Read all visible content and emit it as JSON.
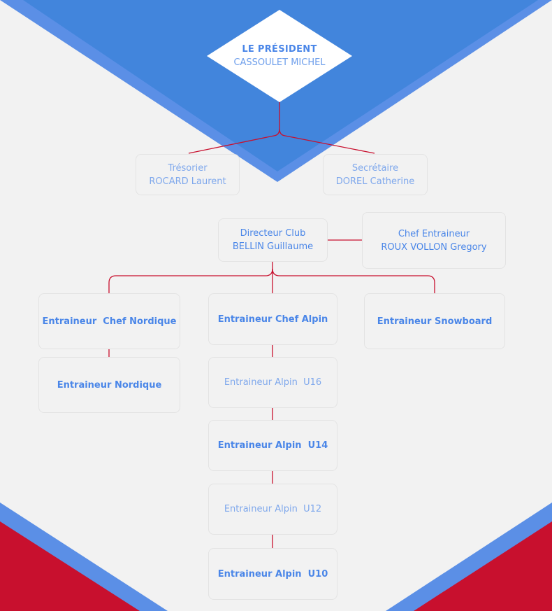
{
  "colors": {
    "blue_dark": "#4285dc",
    "blue_light": "#5b8fe6",
    "red": "#c8102e",
    "line": "#c8102e",
    "text": "#4a86e8"
  },
  "president": {
    "title": "LE PRÉSIDENT",
    "name": "CASSOULET MICHEL"
  },
  "tresorier": {
    "role": "Trésorier",
    "name": "ROCARD Laurent"
  },
  "secretaire": {
    "role": "Secrétaire",
    "name": "DOREL Catherine"
  },
  "directeur": {
    "role": "Directeur Club",
    "name": "BELLIN Guillaume"
  },
  "chef_entraineur": {
    "role": "Chef Entraineur",
    "name": "ROUX VOLLON Gregory"
  },
  "nordique_chef": {
    "label": "Entraineur  Chef Nordique"
  },
  "nordique": {
    "label": "Entraineur Nordique"
  },
  "alpin_chef": {
    "label": "Entraineur Chef Alpin"
  },
  "snowboard": {
    "label": "Entraineur Snowboard"
  },
  "alpin_u16": {
    "label": "Entraineur Alpin  U16"
  },
  "alpin_u14": {
    "label": "Entraineur Alpin  U14"
  },
  "alpin_u12": {
    "label": "Entraineur Alpin  U12"
  },
  "alpin_u10": {
    "label": "Entraineur Alpin  U10"
  }
}
